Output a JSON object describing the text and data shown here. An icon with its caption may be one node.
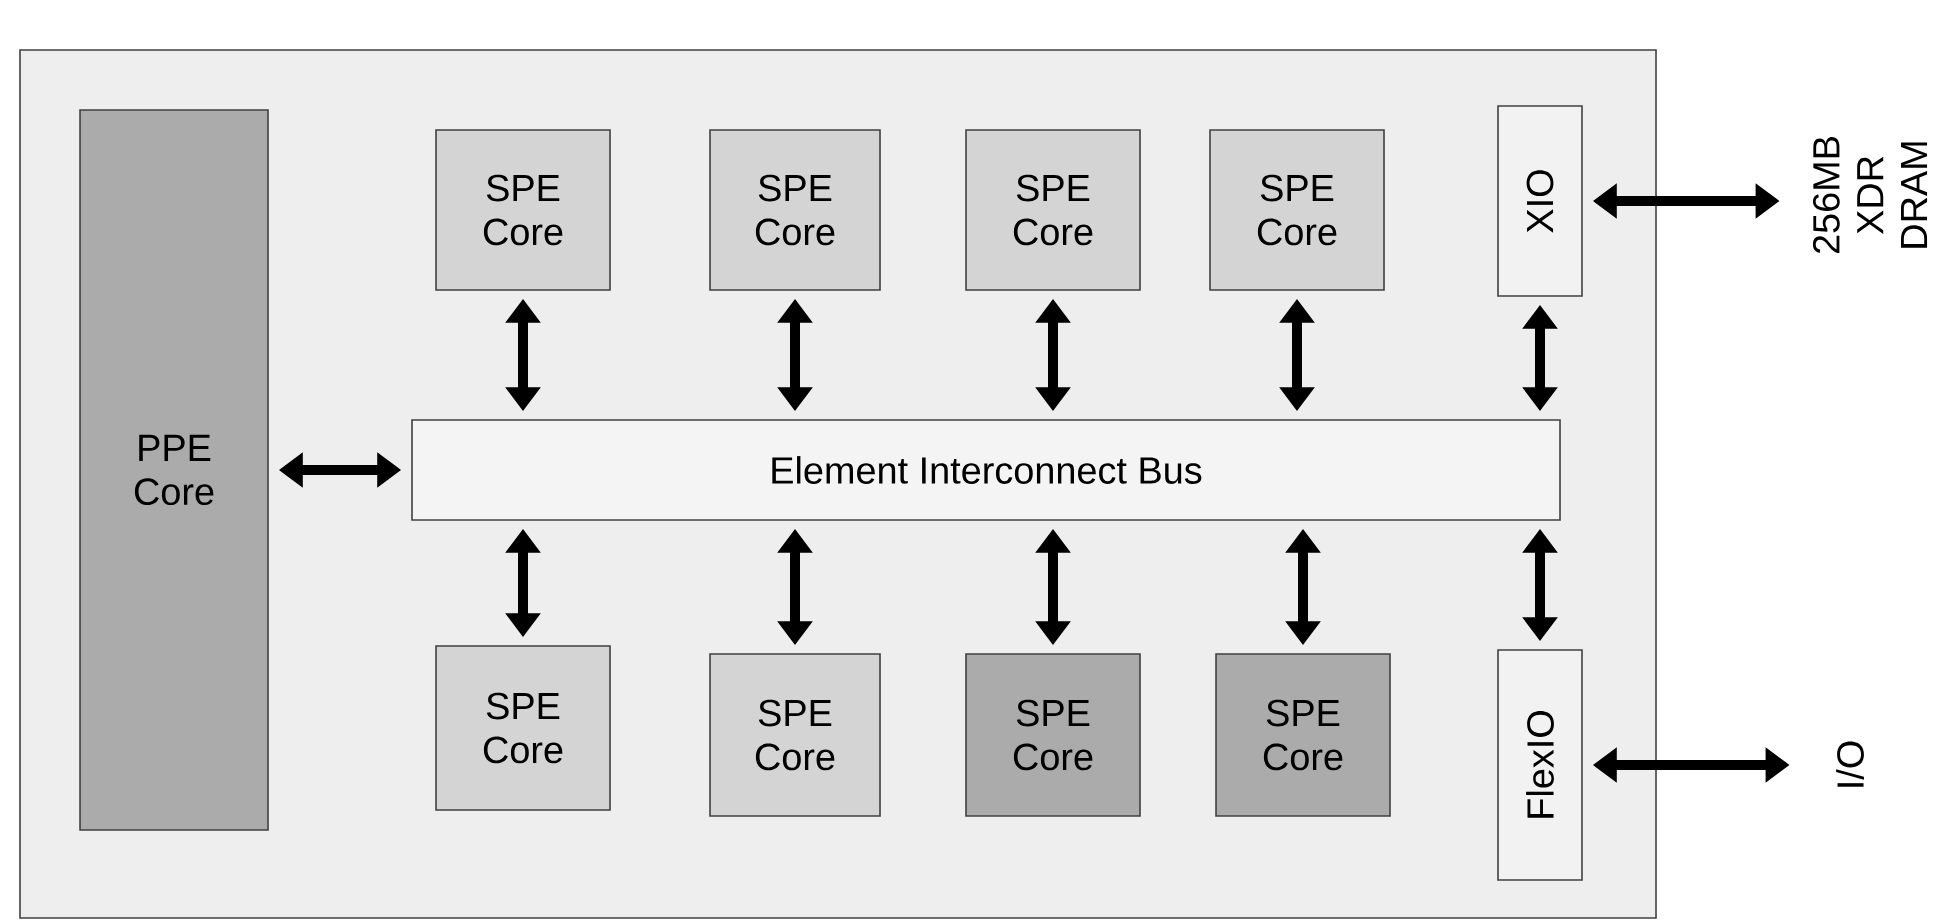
{
  "diagram": {
    "nodes": [
      {
        "text": [],
        "shape": "box"
      },
      {
        "text": [
          "PPE Core"
        ],
        "in": 0
      },
      {
        "text": [
          "SPE Core"
        ],
        "in": 0
      },
      {
        "text": [
          "SPE Core"
        ],
        "in": 0
      },
      {
        "text": [
          "SPE Core"
        ],
        "in": 0
      },
      {
        "text": [
          "SPE Core"
        ],
        "in": 0
      },
      {
        "text": [
          "Element Interconnect Bus"
        ],
        "in": 0
      },
      {
        "text": [
          "XIO"
        ],
        "in": 0
      },
      {
        "text": [
          "SPE Core"
        ],
        "in": 0
      },
      {
        "text": [
          "SPE Core"
        ],
        "in": 0
      },
      {
        "text": [
          "SPE Core"
        ],
        "in": 0
      },
      {
        "text": [
          "SPE Core"
        ],
        "in": 0
      },
      {
        "text": [
          "FlexIO"
        ],
        "in": 0
      },
      {
        "text": [
          "256MB XDR DRAM"
        ]
      },
      {
        "text": [
          "I/O"
        ]
      }
    ],
    "edges": [
      {
        "from": 1,
        "to": 6,
        "arrow": "both"
      },
      {
        "from": 2,
        "to": 6,
        "arrow": "both"
      },
      {
        "from": 3,
        "to": 6,
        "arrow": "both"
      },
      {
        "from": 4,
        "to": 6,
        "arrow": "both"
      },
      {
        "from": 5,
        "to": 6,
        "arrow": "both"
      },
      {
        "from": 7,
        "to": 6,
        "arrow": "both"
      },
      {
        "from": 7,
        "to": 13,
        "arrow": "both"
      },
      {
        "from": 8,
        "to": 6,
        "arrow": "both"
      },
      {
        "from": 9,
        "to": 6,
        "arrow": "both"
      },
      {
        "from": 10,
        "to": 6,
        "arrow": "both"
      },
      {
        "from": 11,
        "to": 6,
        "arrow": "both"
      },
      {
        "from": 12,
        "to": 6,
        "arrow": "both"
      },
      {
        "from": 12,
        "to": 14,
        "arrow": "both"
      }
    ]
  }
}
